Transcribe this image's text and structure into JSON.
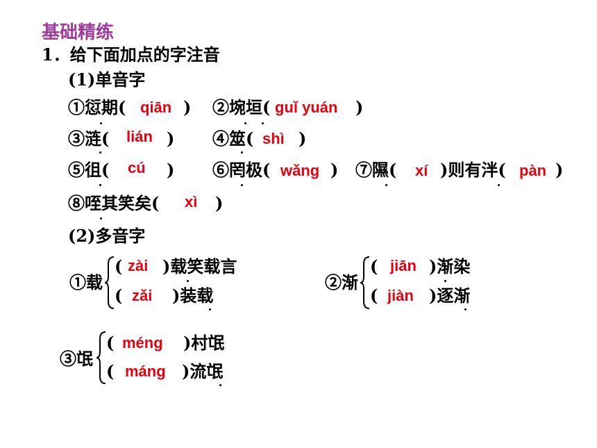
{
  "heading": "基础精练",
  "q1": {
    "title": "1．给下面加点的字注音"
  },
  "s1": {
    "label": "(1)单音字",
    "i1": {
      "pre": "①愆期(",
      "ans": "qiān",
      "post": ")"
    },
    "i2": {
      "pre": "②埦垣(",
      "ans": "guǐ yuán",
      "post": ")"
    },
    "i3": {
      "pre": "③涟(",
      "ans": "lián",
      "post": ")"
    },
    "i4": {
      "pre": "④筮(",
      "ans": "shì",
      "post": ")"
    },
    "i5": {
      "pre": "⑤徂(",
      "ans": "cú",
      "post": ")"
    },
    "i6": {
      "pre": "⑥罔极(",
      "ans": "wǎng",
      "post": ")"
    },
    "i7": {
      "pre": "⑦隰(",
      "ans": "xí",
      "post": ")则有泮(",
      "ans2": "pàn",
      "post2": ")"
    },
    "i8": {
      "pre": "⑧咥其笑矣(",
      "ans": "xì",
      "post": ")"
    }
  },
  "s2": {
    "label": "(2)多音字",
    "g1": {
      "head": "①载",
      "r1": {
        "ans": "zài",
        "word": ")载笑载言"
      },
      "r2": {
        "ans": "zǎi",
        "word": ")装载"
      }
    },
    "g2": {
      "head": "②渐",
      "r1": {
        "ans": "jiān",
        "word": ")渐染"
      },
      "r2": {
        "ans": "jiàn",
        "word": ")逐渐"
      }
    },
    "g3": {
      "head": "③氓",
      "r1": {
        "ans": "méng",
        "word": ")村氓"
      },
      "r2": {
        "ans": "máng",
        "word": ")流氓"
      }
    },
    "open": "("
  }
}
